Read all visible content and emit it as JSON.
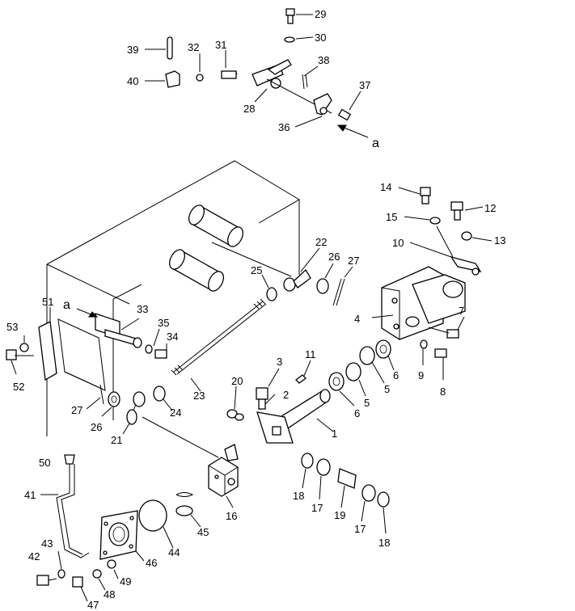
{
  "diagram": {
    "callouts": {
      "n1": "1",
      "n2": "2",
      "n3": "3",
      "n4": "4",
      "n5a": "5",
      "n5b": "5",
      "n6a": "6",
      "n6b": "6",
      "n7": "7",
      "n8": "8",
      "n9": "9",
      "n10": "10",
      "n11": "11",
      "n12": "12",
      "n13": "13",
      "n14": "14",
      "n15": "15",
      "n16": "16",
      "n17a": "17",
      "n17b": "17",
      "n18a": "18",
      "n18b": "18",
      "n19": "19",
      "n20": "20",
      "n21": "21",
      "n22": "22",
      "n23": "23",
      "n24": "24",
      "n25": "25",
      "n26a": "26",
      "n26b": "26",
      "n27a": "27",
      "n27b": "27",
      "n28": "28",
      "n29": "29",
      "n30": "30",
      "n31": "31",
      "n32": "32",
      "n33": "33",
      "n34": "34",
      "n35": "35",
      "n36": "36",
      "n37": "37",
      "n38": "38",
      "n39": "39",
      "n40": "40",
      "n41": "41",
      "n42": "42",
      "n43": "43",
      "n44": "44",
      "n45": "45",
      "n46": "46",
      "n47": "47",
      "n48": "48",
      "n49": "49",
      "n50": "50",
      "n51": "51",
      "n52": "52",
      "n53": "53"
    },
    "view_markers": {
      "top_a": "a",
      "left_a": "a"
    }
  }
}
